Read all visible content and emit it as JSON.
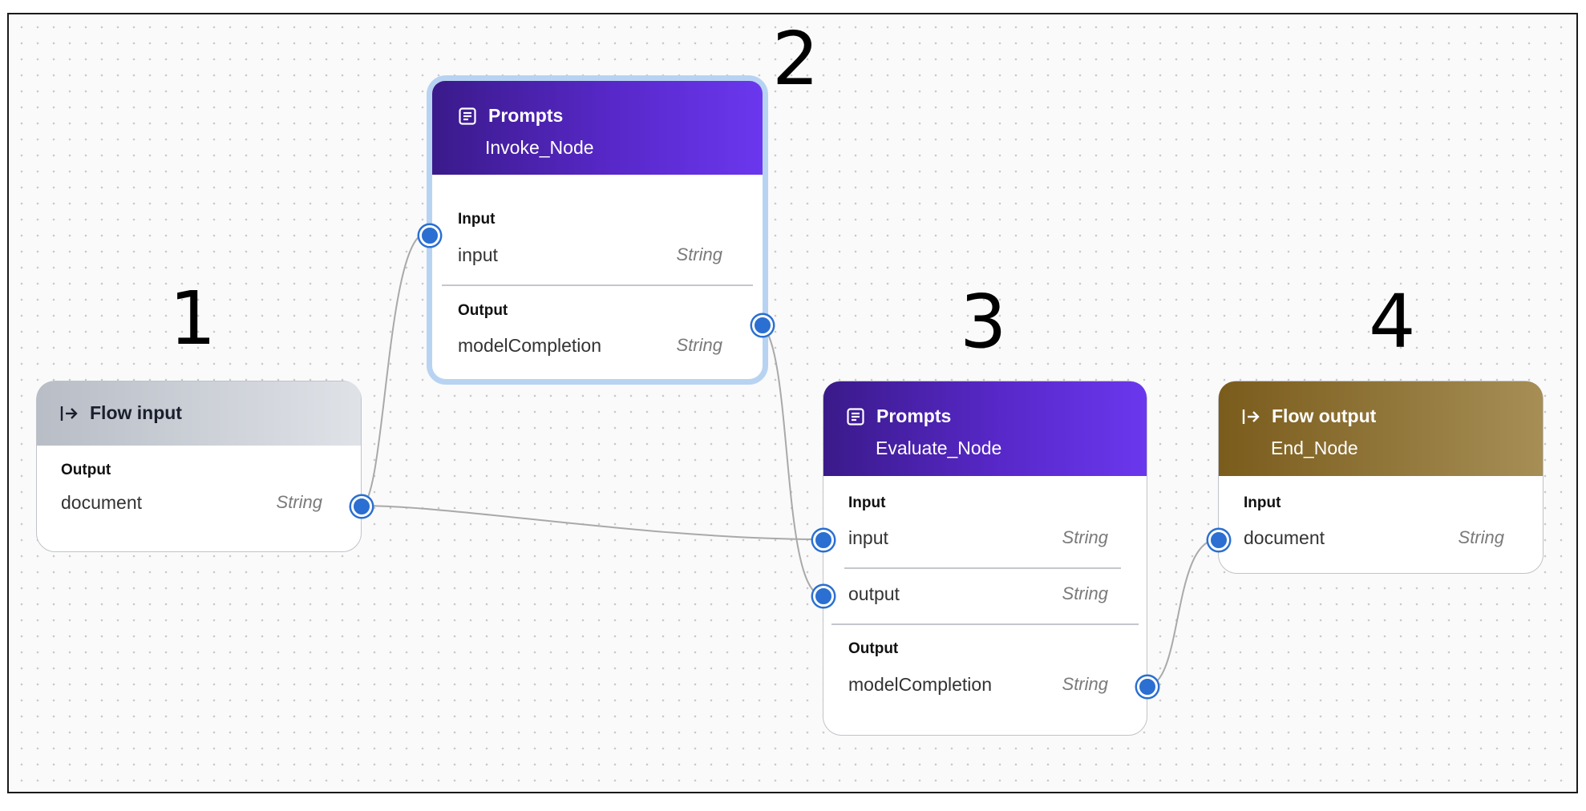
{
  "steps": [
    "1",
    "2",
    "3",
    "4"
  ],
  "nodes": {
    "flow_input": {
      "title": "Flow input",
      "icon": "arrow-into-bar-icon",
      "output_label": "Output",
      "output": {
        "name": "document",
        "type": "String"
      }
    },
    "invoke": {
      "category": "Prompts",
      "name": "Invoke_Node",
      "icon": "prompt-document-icon",
      "input_label": "Input",
      "input": {
        "name": "input",
        "type": "String"
      },
      "output_label": "Output",
      "output": {
        "name": "modelCompletion",
        "type": "String"
      }
    },
    "evaluate": {
      "category": "Prompts",
      "name": "Evaluate_Node",
      "icon": "prompt-document-icon",
      "input_label": "Input",
      "inputs": [
        {
          "name": "input",
          "type": "String"
        },
        {
          "name": "output",
          "type": "String"
        }
      ],
      "output_label": "Output",
      "output": {
        "name": "modelCompletion",
        "type": "String"
      }
    },
    "flow_output": {
      "title": "Flow output",
      "name": "End_Node",
      "icon": "arrow-into-bar-icon",
      "input_label": "Input",
      "input": {
        "name": "document",
        "type": "String"
      }
    }
  },
  "colors": {
    "prompt_header_start": "#3a1a8a",
    "prompt_header_end": "#6b37ee",
    "input_header_start": "#b8bdc6",
    "output_header_start": "#7a5c1c",
    "port": "#2a6fd1",
    "selection": "#b8d3f2"
  }
}
